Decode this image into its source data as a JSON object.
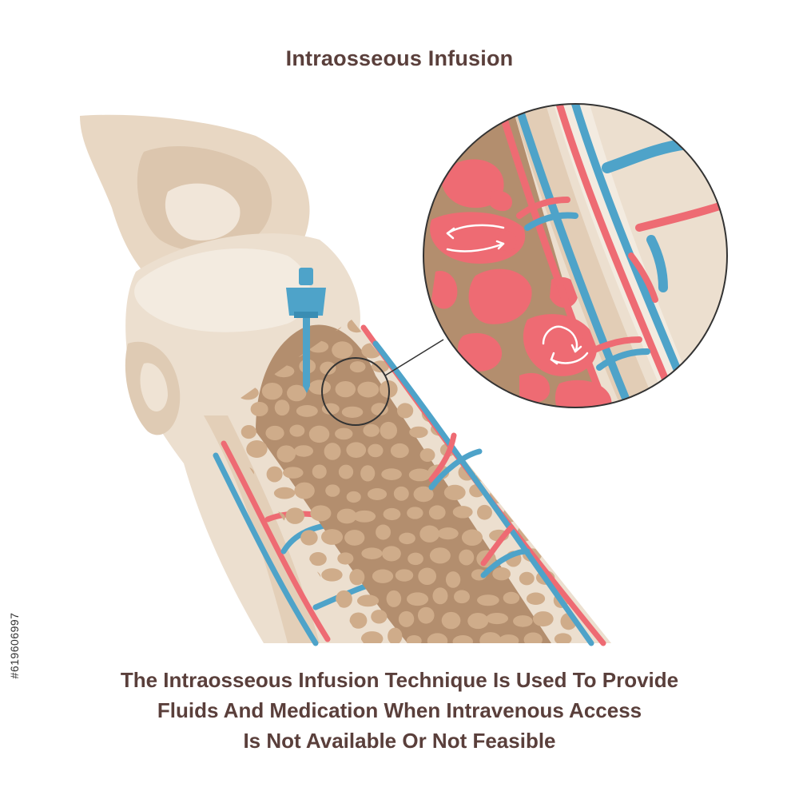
{
  "title": "Intraosseous Infusion",
  "caption": {
    "line1": "The Intraosseous Infusion Technique Is Used To Provide",
    "line2": "Fluids And Medication When Intravenous Access",
    "line3": "Is Not Available Or Not Feasible"
  },
  "stock_id": "#619606997",
  "colors": {
    "bone_light": "#efe3d4",
    "bone_mid": "#e6d4c0",
    "bone_dark": "#d9c3ab",
    "marrow": "#b38e6e",
    "marrow_cell": "#cfac8a",
    "artery": "#ee6b73",
    "vein": "#4ea3c9",
    "text": "#5a3f3b"
  },
  "icons": [
    "intraosseous-needle-icon",
    "flow-arrow-icon"
  ]
}
